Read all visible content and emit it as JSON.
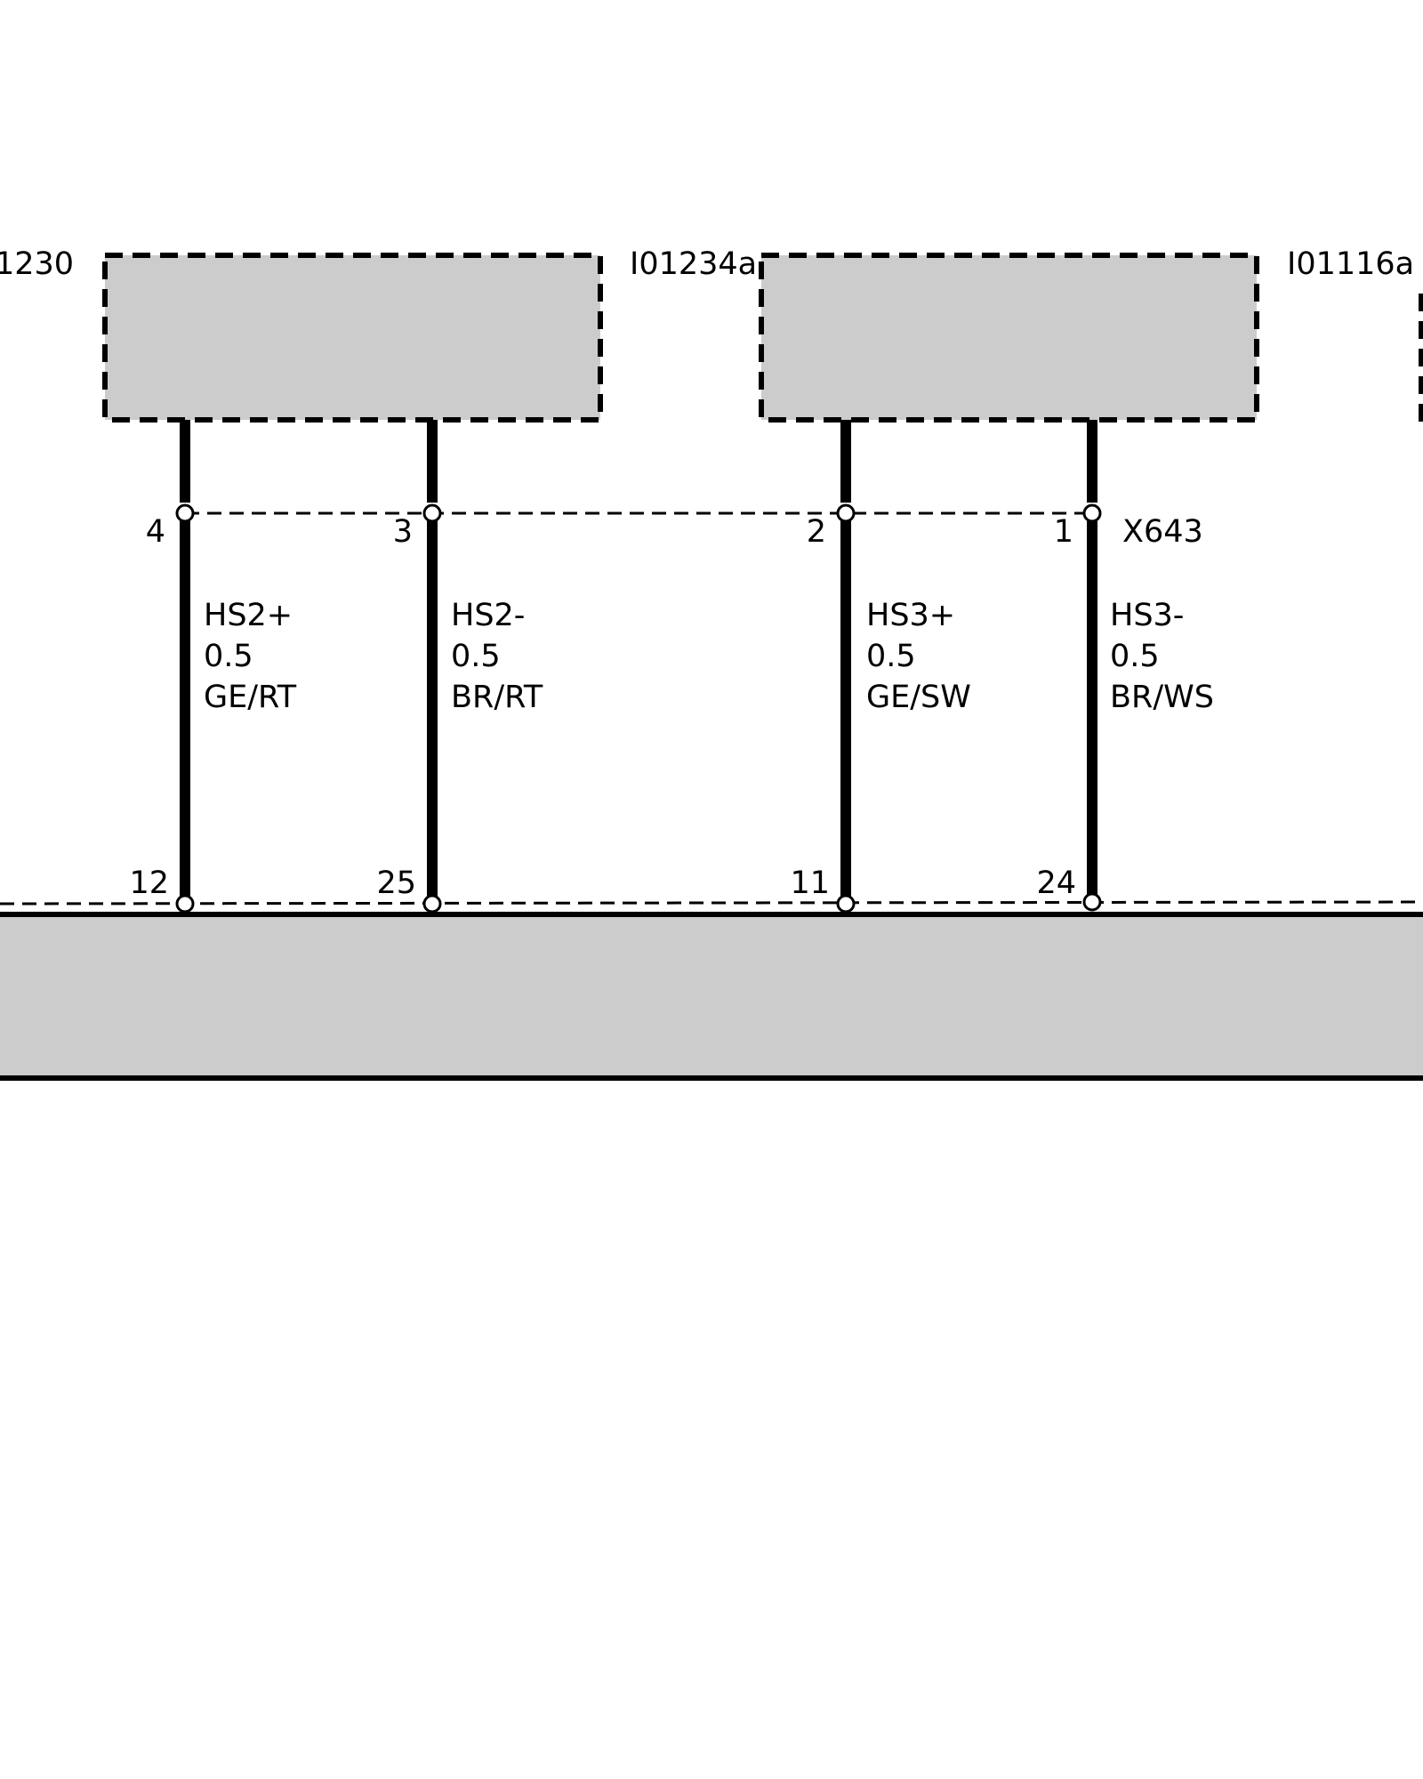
{
  "components": [
    {
      "id": "1230"
    },
    {
      "id": "I01234a"
    },
    {
      "id": "I01116a"
    }
  ],
  "connector_top": {
    "name": "X643"
  },
  "wires": [
    {
      "top_pin": "4",
      "bottom_pin": "12",
      "signal": "HS2+",
      "gauge": "0.5",
      "color_code": "GE/RT"
    },
    {
      "top_pin": "3",
      "bottom_pin": "25",
      "signal": "HS2-",
      "gauge": "0.5",
      "color_code": "BR/RT"
    },
    {
      "top_pin": "2",
      "bottom_pin": "11",
      "signal": "HS3+",
      "gauge": "0.5",
      "color_code": "GE/SW"
    },
    {
      "top_pin": "1",
      "bottom_pin": "24",
      "signal": "HS3-",
      "gauge": "0.5",
      "color_code": "BR/WS"
    }
  ],
  "colors": {
    "box_fill": "#cccccc",
    "line": "#000000",
    "background": "#ffffff"
  }
}
